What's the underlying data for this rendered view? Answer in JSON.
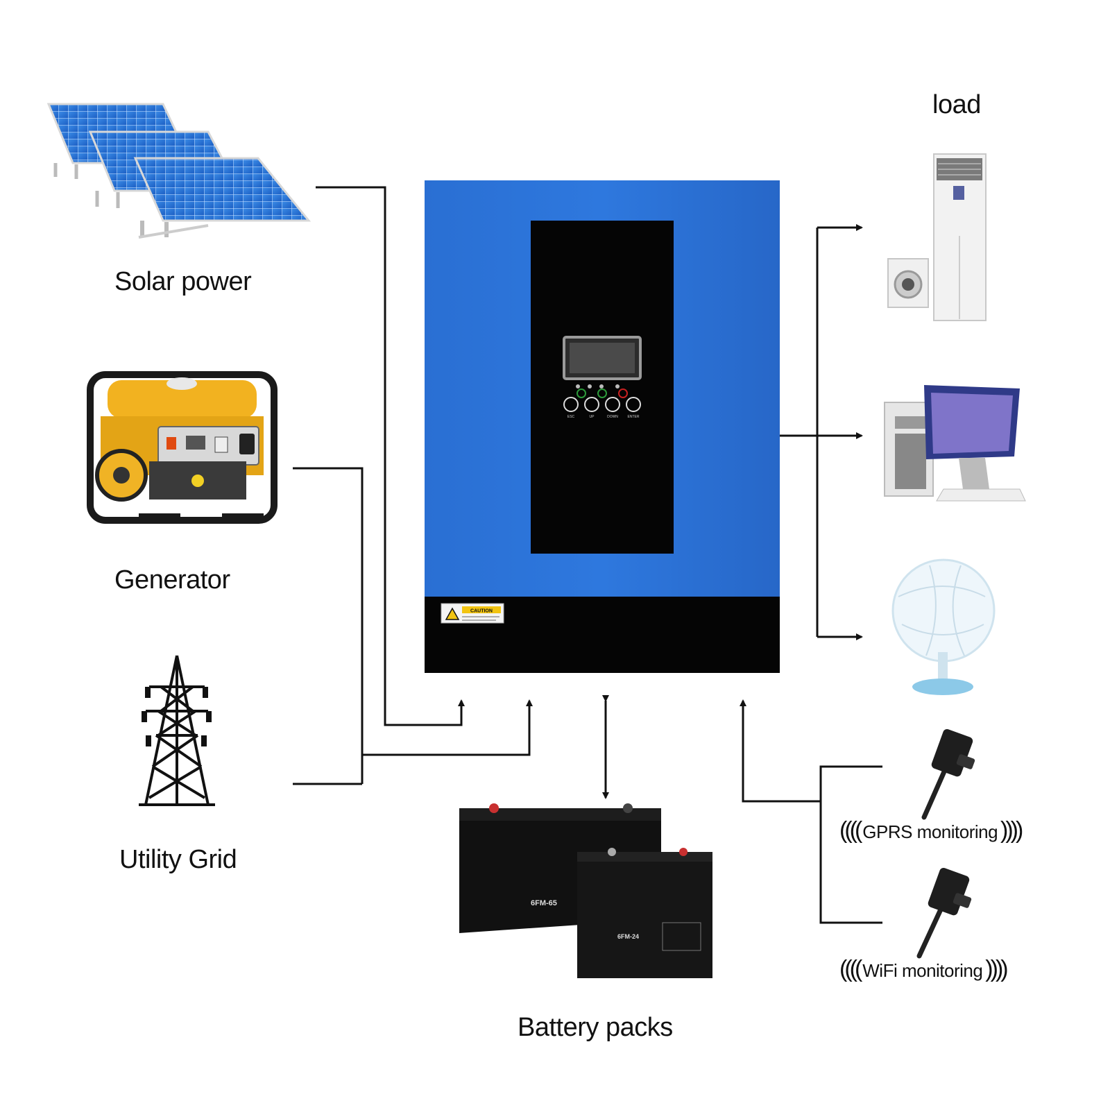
{
  "sources": {
    "solar": "Solar power",
    "generator": "Generator",
    "grid": "Utility Grid"
  },
  "load_label": "load",
  "battery_label": "Battery packs",
  "monitoring": {
    "gprs": "GPRS monitoring",
    "wifi": "WiFi monitoring"
  },
  "inverter": {
    "caution_text": "CAUTION",
    "button_labels": [
      "ESC",
      "UP",
      "DOWN",
      "ENTER"
    ],
    "battery_model_a": "6FM-65",
    "battery_model_b": "6FM-24"
  },
  "colors": {
    "inverter_blue": "#2b72d6",
    "panel_black": "#050505",
    "line": "#111111"
  }
}
